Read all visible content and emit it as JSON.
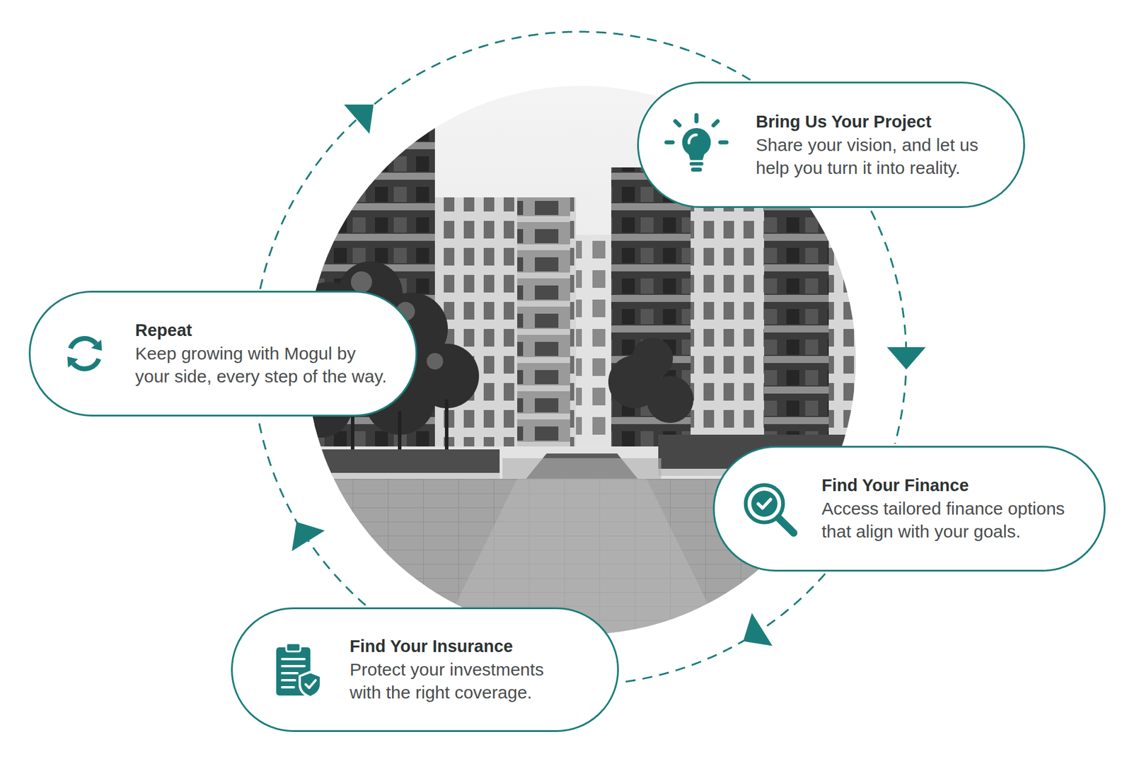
{
  "diagram": {
    "nodes": [
      {
        "text": [
          "Bring Us Your Project",
          "Share your vision, and let us help you turn it into reality."
        ]
      },
      {
        "text": [
          "Find Your Finance",
          "Access tailored finance options that align with your goals."
        ]
      },
      {
        "text": [
          "Find Your Insurance",
          "Protect your investments with the right coverage."
        ]
      },
      {
        "text": [
          "Repeat",
          "Keep growing with Mogul by your side, every step of the way."
        ]
      }
    ],
    "edges": [
      {
        "from": 3,
        "to": 0,
        "arrow": "to"
      },
      {
        "from": 0,
        "to": 1,
        "arrow": "to"
      },
      {
        "from": 1,
        "to": 2,
        "arrow": "to"
      },
      {
        "from": 2,
        "to": 3,
        "arrow": "to"
      }
    ]
  }
}
